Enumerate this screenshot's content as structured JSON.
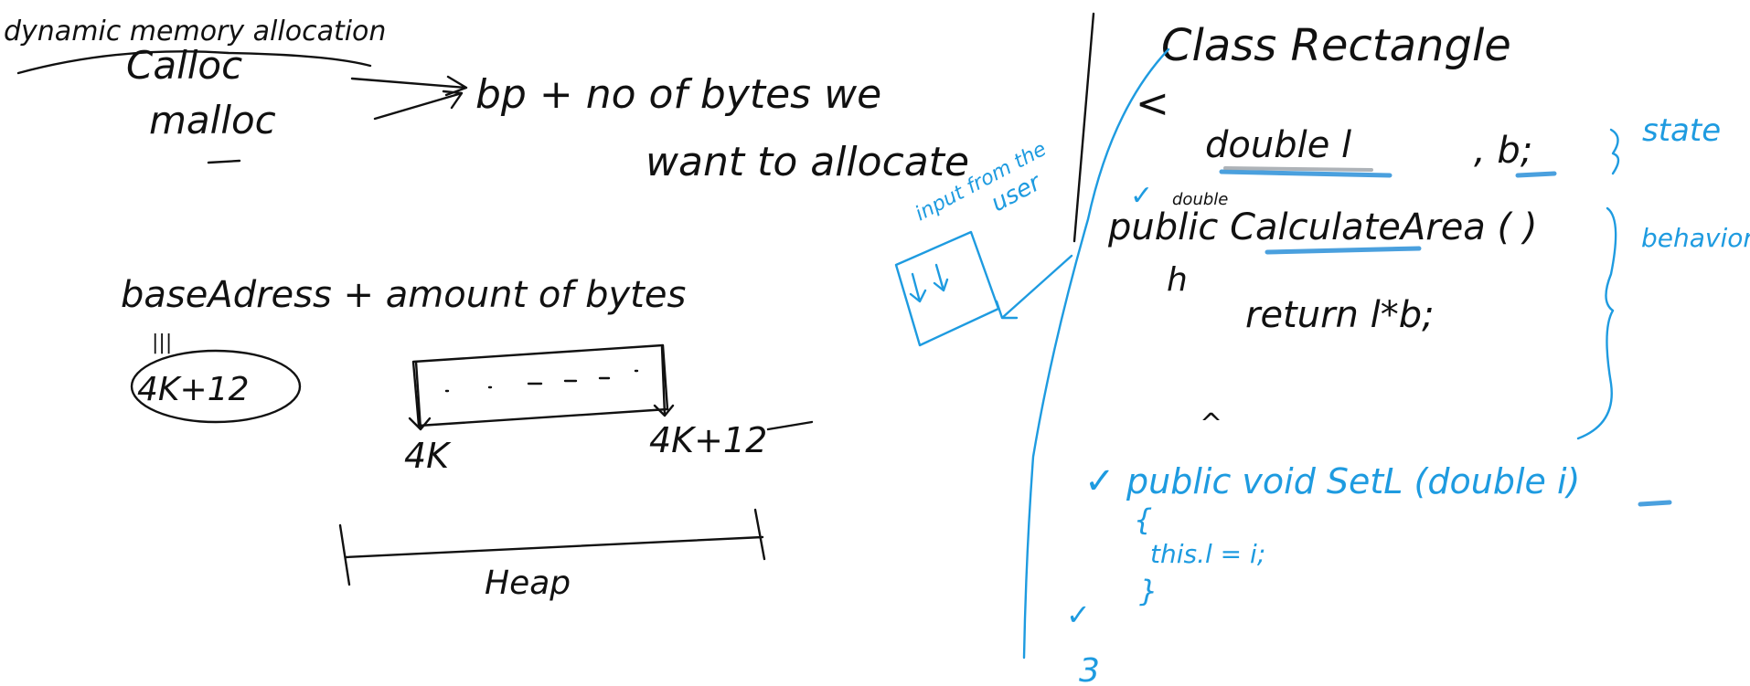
{
  "colors": {
    "black_ink": "#111111",
    "blue_ink": "#1e9be0"
  },
  "left": {
    "title": "dynamic memory allocation",
    "calloc": "Calloc",
    "malloc": "malloc",
    "result_line1": "bp + no of bytes we",
    "result_line2": "want to allocate",
    "formula": "baseAdress + amount of bytes",
    "equiv_mark": "|||",
    "circled_value": "4K+12",
    "start_label": "4K",
    "end_label": "4K+12",
    "heap_label": "Heap"
  },
  "right": {
    "class_title": "Class Rectangle",
    "open_brace": "<",
    "field_decl": "double l",
    "field_b": ", b;",
    "state_label": "state",
    "double_note": "double",
    "method_decl": "public CalculateArea ( )",
    "open_brace2": "h",
    "return_stmt": "return l*b;",
    "close_mark": "^",
    "behavior_label": "behavior",
    "user_note_line1": "input from the",
    "user_note_line2": "user",
    "checkmark": "✓",
    "setter_decl": "public void SetL (double i)",
    "setter_open": "{",
    "setter_body": "this.l = i;",
    "setter_close": "}",
    "class_close": "3"
  }
}
